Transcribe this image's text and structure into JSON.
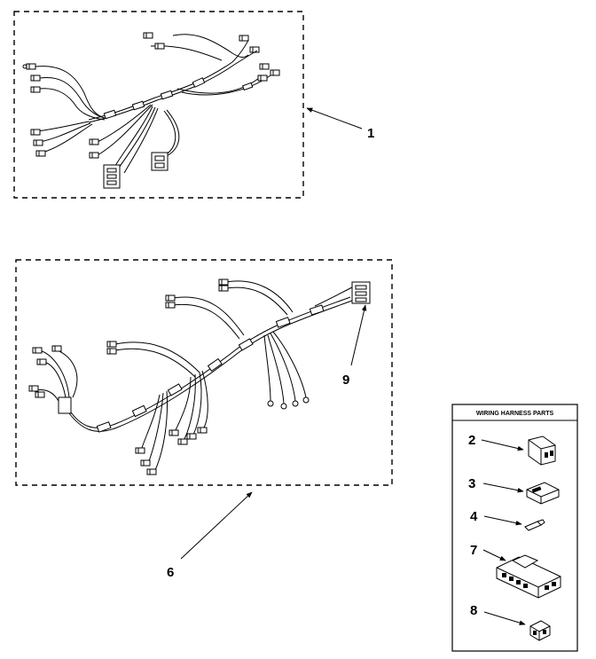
{
  "callouts": {
    "harness_upper": "1",
    "harness_lower": "6",
    "harness_connector": "9"
  },
  "legend": {
    "title": "WIRING HARNESS PARTS",
    "items": [
      {
        "label": "2",
        "icon": "block-connector-icon"
      },
      {
        "label": "3",
        "icon": "flat-connector-icon"
      },
      {
        "label": "4",
        "icon": "pin-terminal-icon"
      },
      {
        "label": "7",
        "icon": "multi-pin-connector-icon"
      },
      {
        "label": "8",
        "icon": "small-plug-icon"
      }
    ]
  }
}
